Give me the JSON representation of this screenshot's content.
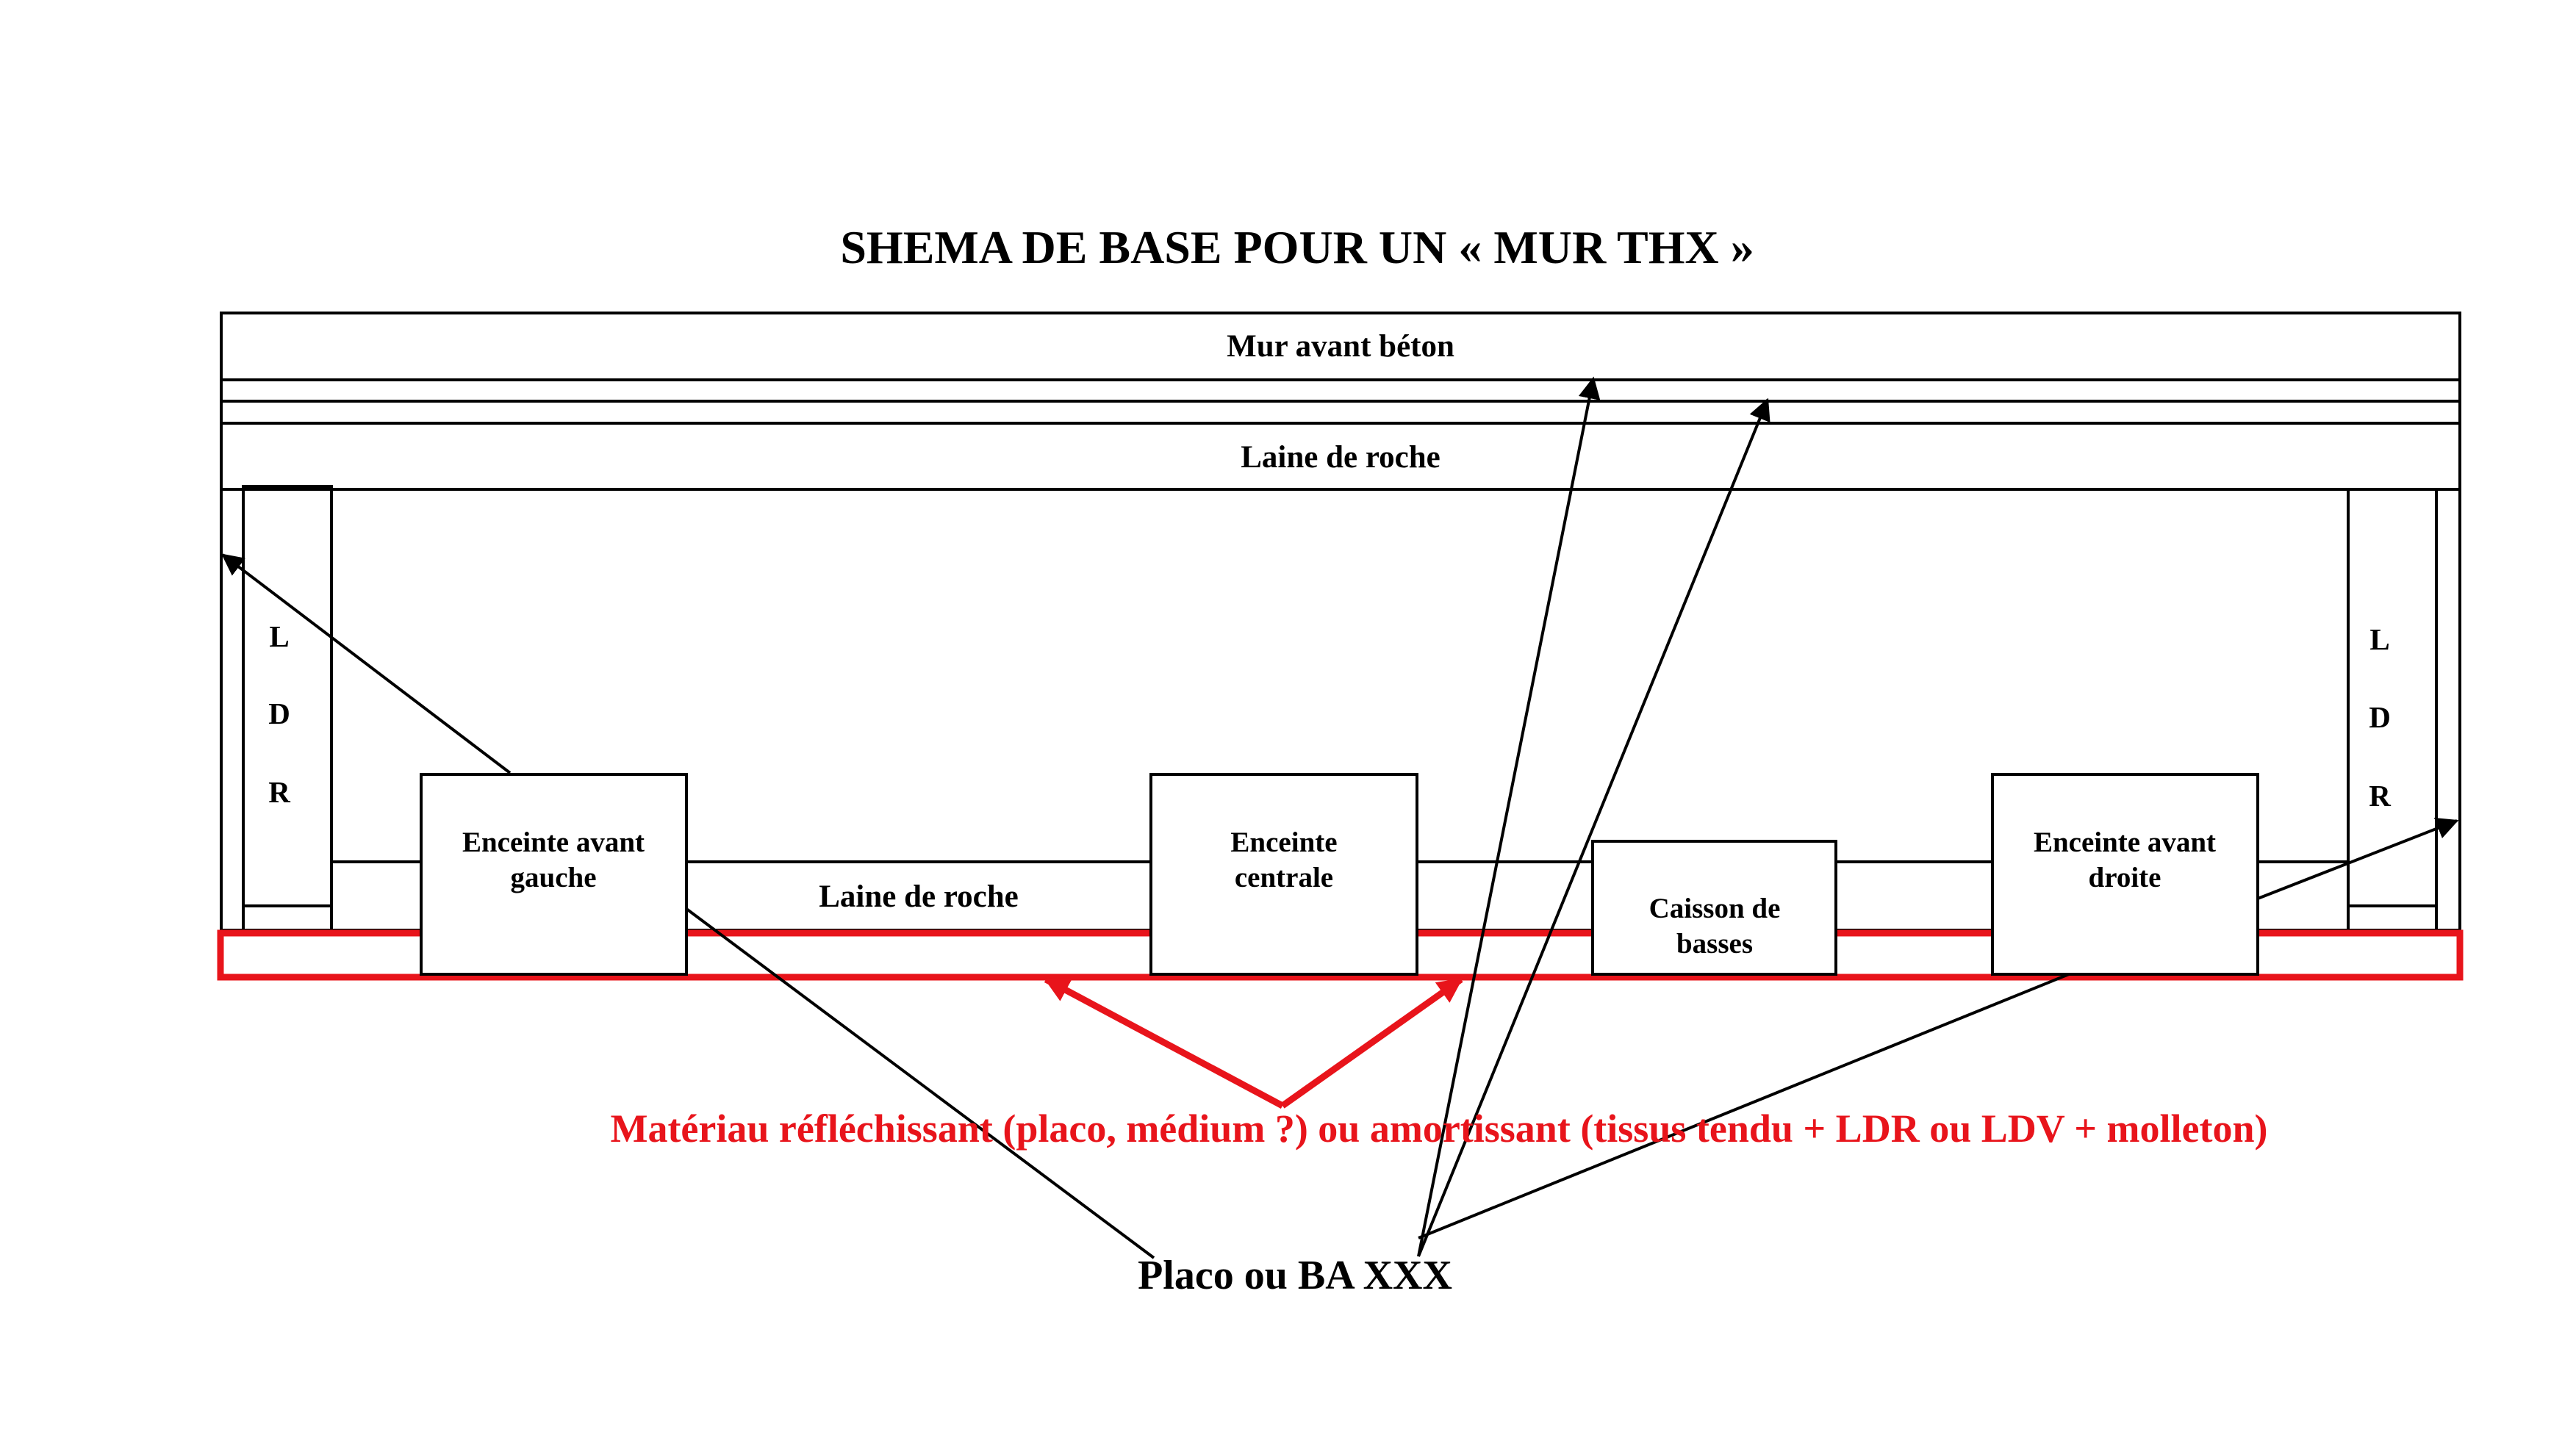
{
  "title": "SHEMA DE BASE POUR UN « MUR THX »",
  "layers": {
    "wall": "Mur avant béton",
    "rock_wool_top": "Laine de roche",
    "rock_wool_bottom": "Laine de roche"
  },
  "ldr_left": [
    "L",
    "D",
    "R"
  ],
  "ldr_right": [
    "L",
    "D",
    "R"
  ],
  "boxes": {
    "front_left": [
      "Enceinte avant",
      "gauche"
    ],
    "center": [
      "Enceinte",
      "centrale"
    ],
    "subwoofer": [
      "Caisson de",
      "basses"
    ],
    "front_right": [
      "Enceinte avant",
      "droite"
    ]
  },
  "annotations": {
    "material": "Matériau réfléchissant (placo, médium ?) ou amortissant (tissus tendu + LDR ou LDV + molleton)",
    "placo": "Placo ou BA XXX"
  },
  "colors": {
    "ink": "#000000",
    "accent_red": "#e8141b",
    "background": "#ffffff"
  }
}
